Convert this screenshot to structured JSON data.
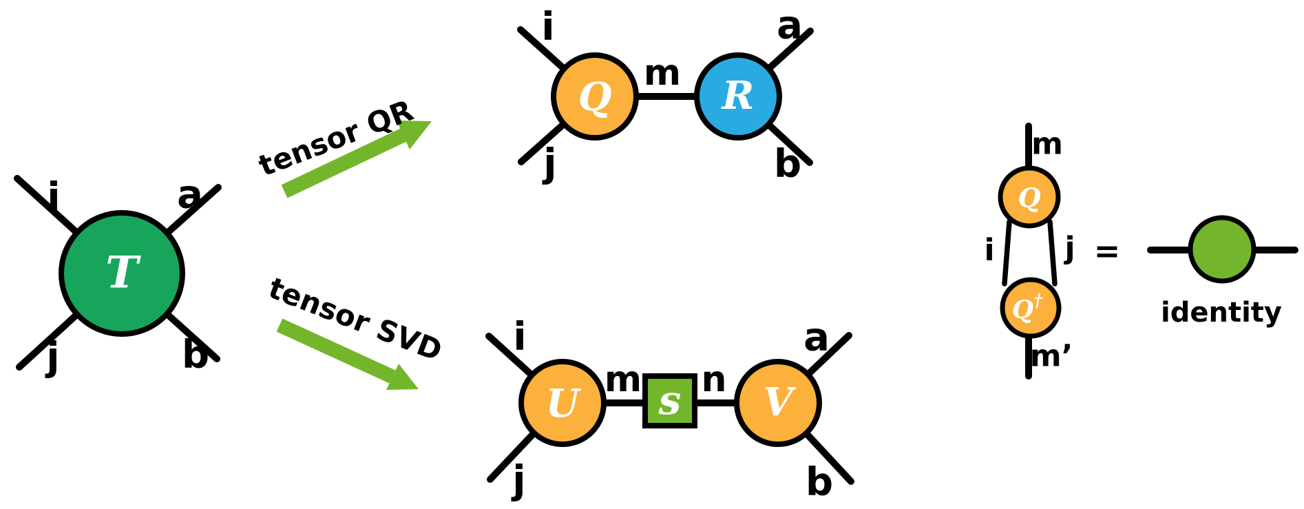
{
  "palette": {
    "green": "#17a55b",
    "orange": "#fbb13c",
    "blue": "#29abe2",
    "lime": "#73b62c",
    "ink": "#000000"
  },
  "t_tensor": {
    "label": "T",
    "leg_top_left": "i",
    "leg_top_right": "a",
    "leg_bottom_left": "j",
    "leg_bottom_right": "b"
  },
  "arrows": {
    "qr_label": "tensor QR",
    "svd_label": "tensor SVD"
  },
  "qr": {
    "q_label": "Q",
    "r_label": "R",
    "bond_label": "m",
    "leg_i": "i",
    "leg_j": "j",
    "leg_a": "a",
    "leg_b": "b"
  },
  "svd": {
    "u_label": "U",
    "s_label": "s",
    "v_label": "V",
    "bond_m": "m",
    "bond_n": "n",
    "leg_i": "i",
    "leg_j": "j",
    "leg_a": "a",
    "leg_b": "b"
  },
  "identity_eq": {
    "q_label": "Q",
    "dagger": "†",
    "top_leg": "m",
    "bottom_leg": "m’",
    "left_bond": "i",
    "right_bond": "j",
    "equals": "=",
    "result_label": "identity"
  }
}
